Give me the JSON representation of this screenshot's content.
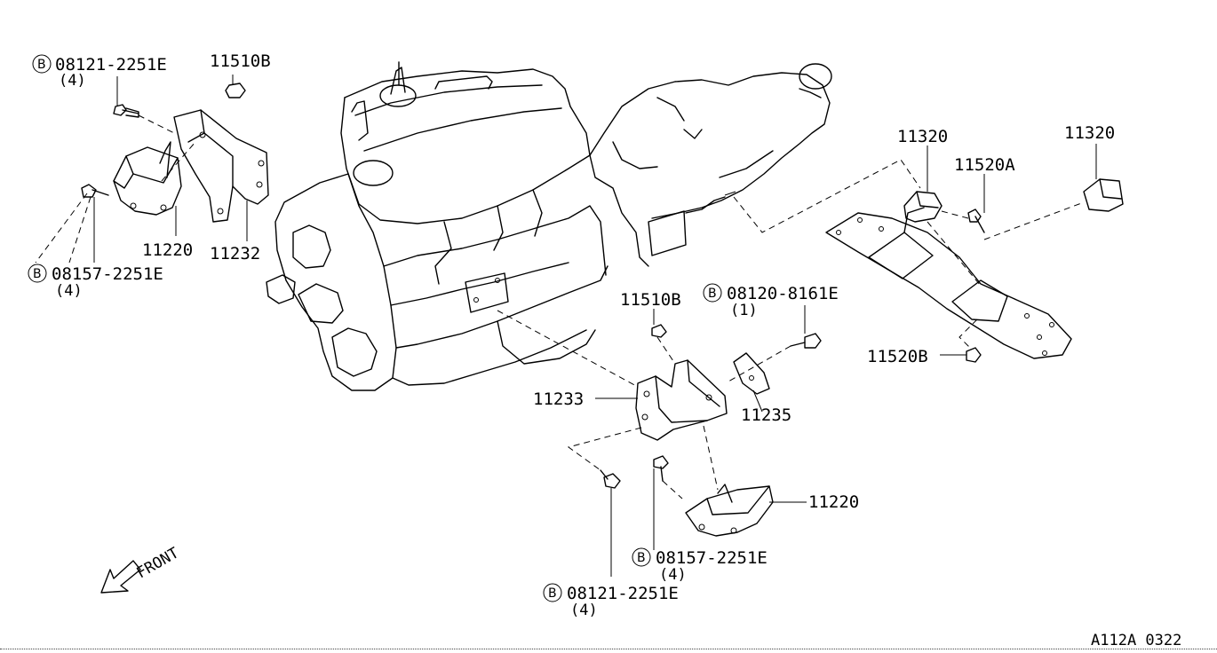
{
  "diagram_code": "A112A 0322",
  "front_label": "FRONT",
  "bolt_marker": "B",
  "callouts": [
    {
      "id": "c1",
      "part": "08121-2251E",
      "qty": "(4)",
      "bolt": true
    },
    {
      "id": "c2",
      "part": "11510B",
      "qty": "",
      "bolt": false
    },
    {
      "id": "c3",
      "part": "11220",
      "qty": "",
      "bolt": false
    },
    {
      "id": "c4",
      "part": "11232",
      "qty": "",
      "bolt": false
    },
    {
      "id": "c5",
      "part": "08157-2251E",
      "qty": "(4)",
      "bolt": true
    },
    {
      "id": "c6",
      "part": "11320",
      "qty": "",
      "bolt": false
    },
    {
      "id": "c7",
      "part": "11520A",
      "qty": "",
      "bolt": false
    },
    {
      "id": "c8",
      "part": "11320",
      "qty": "",
      "bolt": false
    },
    {
      "id": "c9",
      "part": "11520B",
      "qty": "",
      "bolt": false
    },
    {
      "id": "c10",
      "part": "11510B",
      "qty": "",
      "bolt": false
    },
    {
      "id": "c11",
      "part": "08120-8161E",
      "qty": "(1)",
      "bolt": true
    },
    {
      "id": "c12",
      "part": "11233",
      "qty": "",
      "bolt": false
    },
    {
      "id": "c13",
      "part": "11235",
      "qty": "",
      "bolt": false
    },
    {
      "id": "c14",
      "part": "11220",
      "qty": "",
      "bolt": false
    },
    {
      "id": "c15",
      "part": "08157-2251E",
      "qty": "(4)",
      "bolt": true
    },
    {
      "id": "c16",
      "part": "08121-2251E",
      "qty": "(4)",
      "bolt": true
    }
  ]
}
